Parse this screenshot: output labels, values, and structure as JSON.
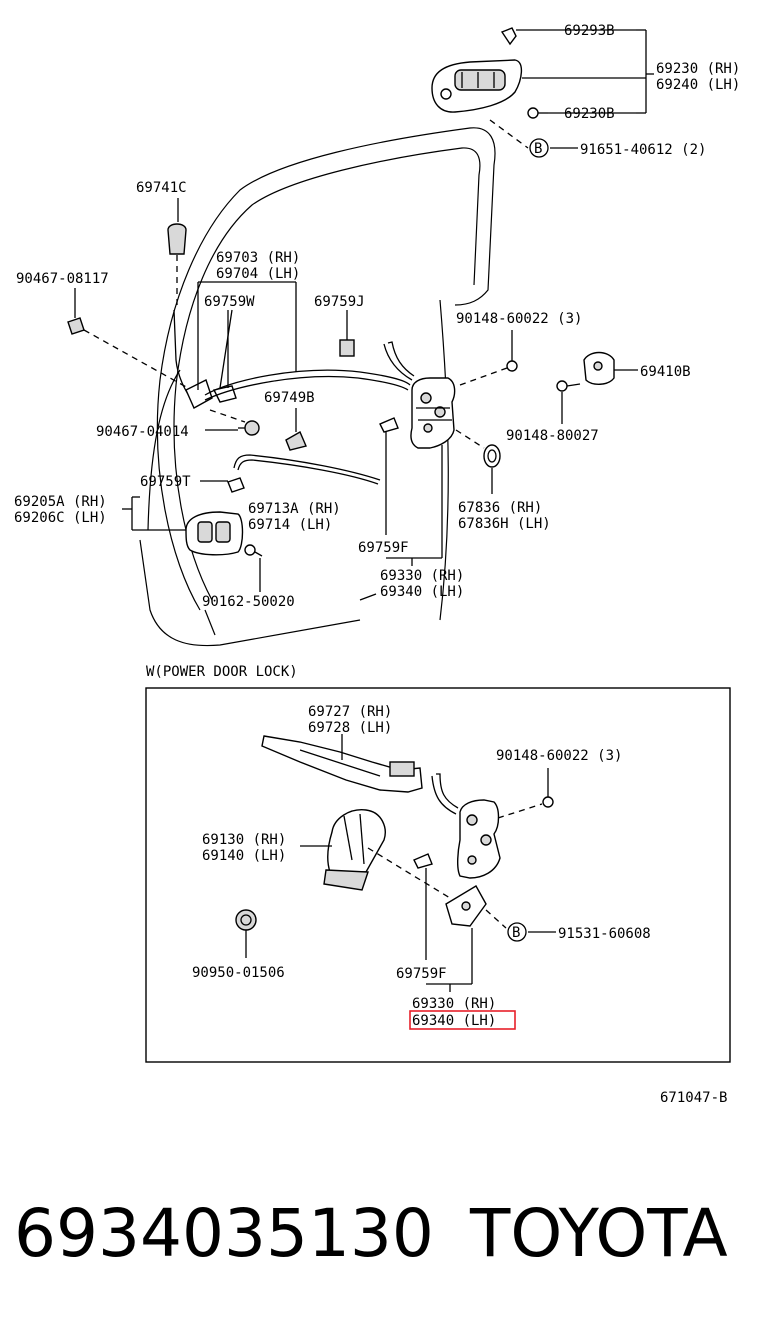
{
  "labels": {
    "p69293B": "69293B",
    "p69230": "69230 (RH)",
    "p69240": "69240 (LH)",
    "p69230B": "69230B",
    "b1": "B",
    "p91651": "91651-40612 (2)",
    "p69741C": "69741C",
    "p69703": "69703 (RH)",
    "p69704": "69704 (LH)",
    "p90467a": "90467-08117",
    "p69759W": "69759W",
    "p69759J": "69759J",
    "p90148a": "90148-60022 (3)",
    "p69410B": "69410B",
    "p90148b": "90148-80027",
    "p69749B": "69749B",
    "p90467b": "90467-04014",
    "p69759T": "69759T",
    "p69205A": "69205A (RH)",
    "p69206C": "69206C (LH)",
    "p69713A": "69713A (RH)",
    "p69714": "69714   (LH)",
    "p67836": "67836   (RH)",
    "p67836H": "67836H (LH)",
    "p69759F": "69759F",
    "p69330": "69330 (RH)",
    "p69340": "69340 (LH)",
    "p90162": "90162-50020",
    "inset_title": "W(POWER  DOOR  LOCK)",
    "w69727": "69727 (RH)",
    "w69728": "69728 (LH)",
    "w90148": "90148-60022 (3)",
    "w69130": "69130 (RH)",
    "w69140": "69140 (LH)",
    "b2": "B",
    "w91531": "91531-60608",
    "w90950": "90950-01506",
    "w69759F": "69759F",
    "w69330": "69330 (RH)",
    "w69340": "69340 (LH)",
    "ref_code": "671047-B"
  },
  "footer": {
    "part_number": "6934035130",
    "brand": "TOYOTA"
  },
  "colors": {
    "highlight": "#e8202a"
  }
}
